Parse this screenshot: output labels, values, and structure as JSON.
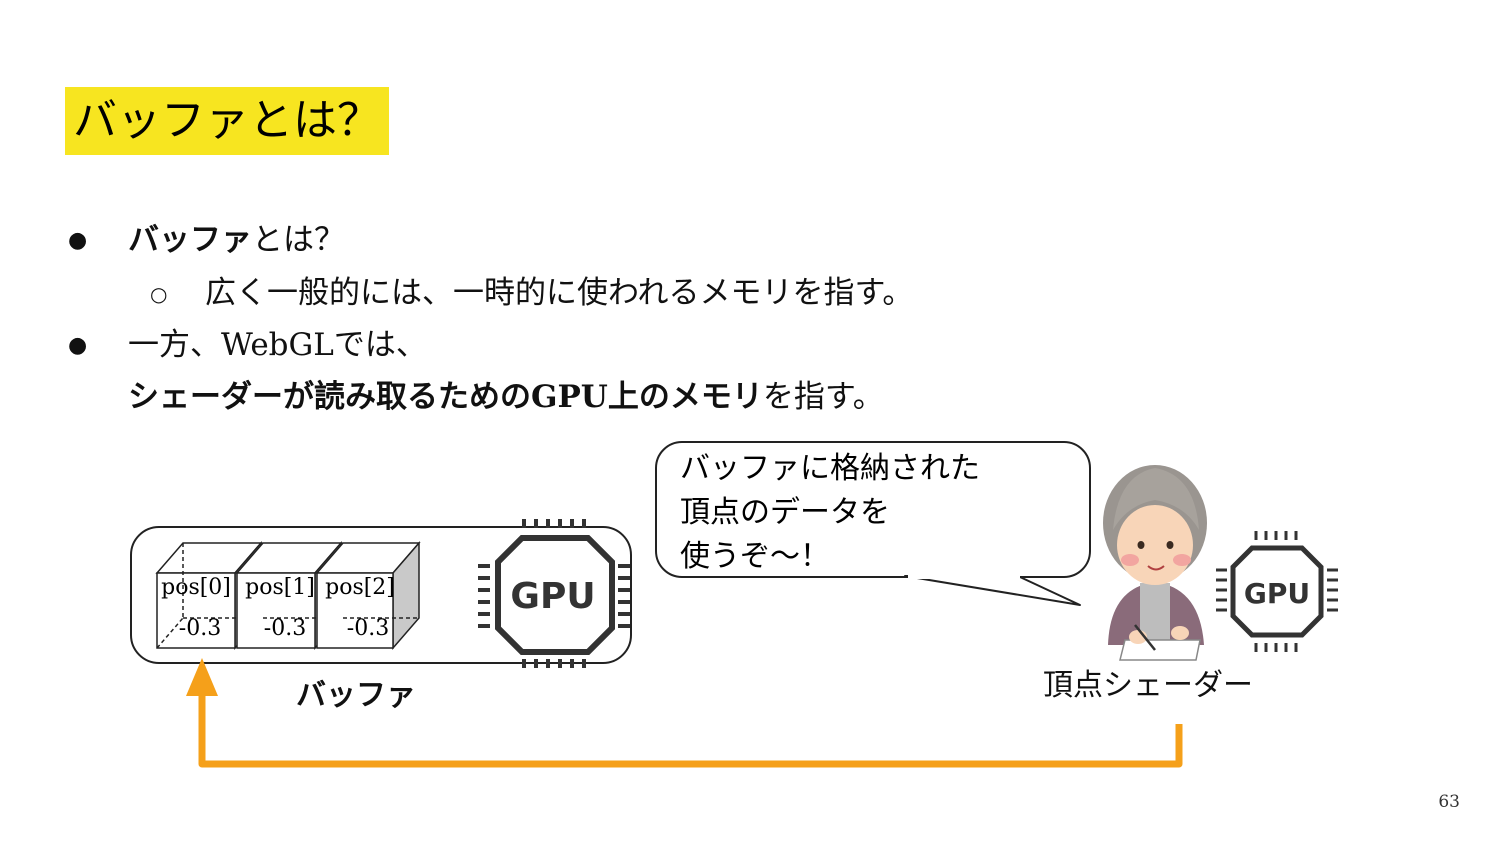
{
  "slide": {
    "title": "バッファとは？",
    "page_number": "63"
  },
  "bullets": [
    {
      "marker": "●",
      "bold": "バッファ",
      "text": "とは？"
    },
    {
      "marker": "○",
      "text": "広く一般的には、一時的に使われるメモリを指す。"
    },
    {
      "marker": "●",
      "text": "一方、WebGLでは、"
    },
    {
      "bold": "シェーダーが読み取るためのGPU上のメモリ",
      "text": "を指す。"
    }
  ],
  "diagram": {
    "buffer_label": "バッファ",
    "cells": [
      {
        "label": "pos[0]",
        "value": "-0.3"
      },
      {
        "label": "pos[1]",
        "value": "-0.3"
      },
      {
        "label": "pos[2]",
        "value": "-0.3"
      }
    ],
    "gpu_chip_label": "GPU",
    "speech_lines": [
      "バッファに格納された",
      "頂点のデータを",
      "使うぞ～！"
    ],
    "shader_label": "頂点シェーダー",
    "arrow_color": "#f5a01a",
    "highlight_color": "#f7e520"
  }
}
